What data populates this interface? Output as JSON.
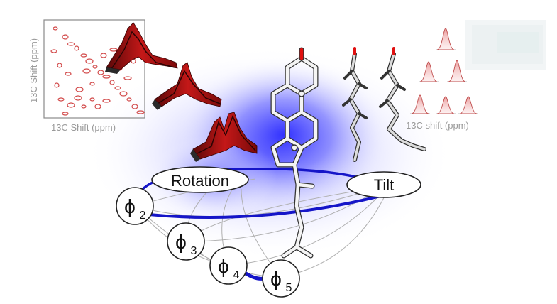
{
  "figure": {
    "nmr_2d": {
      "y_axis_label": "13C Shift (ppm)",
      "x_axis_label": "13C Shift (ppm)"
    },
    "nmr_1d": {
      "x_axis_label": "13C shift (ppm)"
    },
    "network": {
      "rotation_label": "Rotation",
      "tilt_label": "Tilt",
      "phi_nodes": [
        {
          "symbol": "ϕ",
          "subscript": "2"
        },
        {
          "symbol": "ϕ",
          "subscript": "3"
        },
        {
          "symbol": "ϕ",
          "subscript": "4"
        },
        {
          "symbol": "ϕ",
          "subscript": "5"
        }
      ]
    },
    "colors": {
      "blue": "#1a1acc",
      "glow": "#3a3aff",
      "nmr_red": "#b01010",
      "gray": "#9a9a9a",
      "oxygen_red": "#e01010"
    }
  }
}
